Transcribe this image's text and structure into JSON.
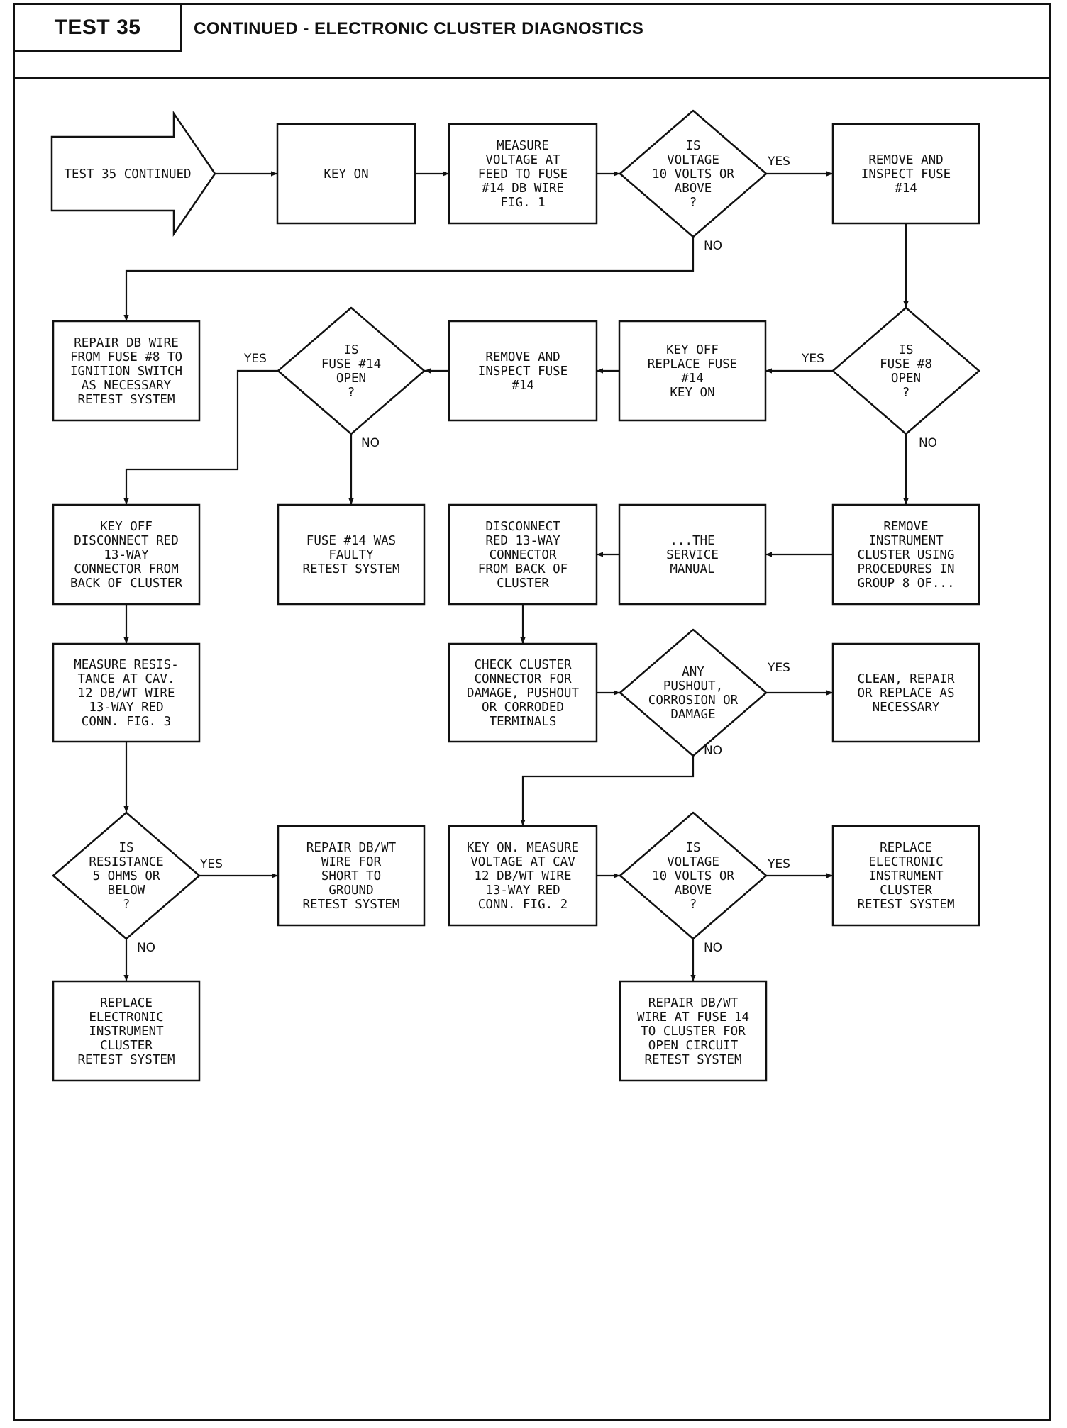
{
  "header": {
    "test_label": "TEST 35",
    "title": "CONTINUED - ELECTRONIC CLUSTER DIAGNOSTICS"
  },
  "flowchart": {
    "start": [
      "TEST 35 CONTINUED"
    ],
    "key_on": [
      "KEY ON"
    ],
    "measure_voltage_fuse": [
      "MEASURE",
      "VOLTAGE AT",
      "FEED TO FUSE",
      "#14 DB WIRE",
      "FIG. 1"
    ],
    "is_voltage_10v_1": [
      "IS",
      "VOLTAGE",
      "10 VOLTS OR",
      "ABOVE",
      "?"
    ],
    "remove_inspect_fuse_14_a": [
      "REMOVE AND",
      "INSPECT FUSE",
      "#14"
    ],
    "repair_db_wire": [
      "REPAIR DB WIRE",
      "FROM FUSE #8 TO",
      "IGNITION SWITCH",
      "AS NECESSARY",
      "RETEST SYSTEM"
    ],
    "is_fuse_14_open": [
      "IS",
      "FUSE #14",
      "OPEN",
      "?"
    ],
    "remove_inspect_fuse_14_b": [
      "REMOVE AND",
      "INSPECT FUSE",
      "#14"
    ],
    "key_off_replace_fuse": [
      "KEY OFF",
      "REPLACE FUSE",
      "#14",
      "KEY ON"
    ],
    "is_fuse_8_open": [
      "IS",
      "FUSE #8",
      "OPEN",
      "?"
    ],
    "key_off_disconnect": [
      "KEY OFF",
      "DISCONNECT RED",
      "13-WAY",
      "CONNECTOR FROM",
      "BACK OF CLUSTER"
    ],
    "fuse_14_faulty": [
      "FUSE #14 WAS",
      "FAULTY",
      "RETEST SYSTEM"
    ],
    "disconnect_red_13way": [
      "DISCONNECT",
      "RED 13-WAY",
      "CONNECTOR",
      "FROM BACK OF",
      "CLUSTER"
    ],
    "the_service_manual": [
      "...THE",
      "SERVICE",
      "MANUAL"
    ],
    "remove_instrument_cluster": [
      "REMOVE",
      "INSTRUMENT",
      "CLUSTER USING",
      "PROCEDURES IN",
      "GROUP 8 OF..."
    ],
    "measure_resistance": [
      "MEASURE RESIS-",
      "TANCE AT CAV.",
      "12 DB/WT WIRE",
      "13-WAY RED",
      "CONN. FIG. 3"
    ],
    "check_cluster_connector": [
      "CHECK CLUSTER",
      "CONNECTOR FOR",
      "DAMAGE, PUSHOUT",
      "OR CORRODED",
      "TERMINALS"
    ],
    "any_pushout": [
      "ANY",
      "PUSHOUT,",
      "CORROSION OR",
      "DAMAGE"
    ],
    "clean_repair_replace": [
      "CLEAN, REPAIR",
      "OR REPLACE AS",
      "NECESSARY"
    ],
    "is_resistance_5ohms": [
      "IS",
      "RESISTANCE",
      "5 OHMS OR",
      "BELOW",
      "?"
    ],
    "repair_short_to_ground": [
      "REPAIR DB/WT",
      "WIRE FOR",
      "SHORT TO",
      "GROUND",
      "RETEST SYSTEM"
    ],
    "key_on_measure_voltage": [
      "KEY ON. MEASURE",
      "VOLTAGE AT CAV",
      "12 DB/WT WIRE",
      "13-WAY RED",
      "CONN. FIG. 2"
    ],
    "is_voltage_10v_2": [
      "IS",
      "VOLTAGE",
      "10 VOLTS OR",
      "ABOVE",
      "?"
    ],
    "replace_cluster_a": [
      "REPLACE",
      "ELECTRONIC",
      "INSTRUMENT",
      "CLUSTER",
      "RETEST SYSTEM"
    ],
    "replace_cluster_b": [
      "REPLACE",
      "ELECTRONIC",
      "INSTRUMENT",
      "CLUSTER",
      "RETEST SYSTEM"
    ],
    "repair_open_circuit": [
      "REPAIR DB/WT",
      "WIRE AT FUSE 14",
      "TO CLUSTER FOR",
      "OPEN CIRCUIT",
      "RETEST SYSTEM"
    ]
  },
  "branch_labels": {
    "yes": "YES",
    "no": "NO"
  }
}
